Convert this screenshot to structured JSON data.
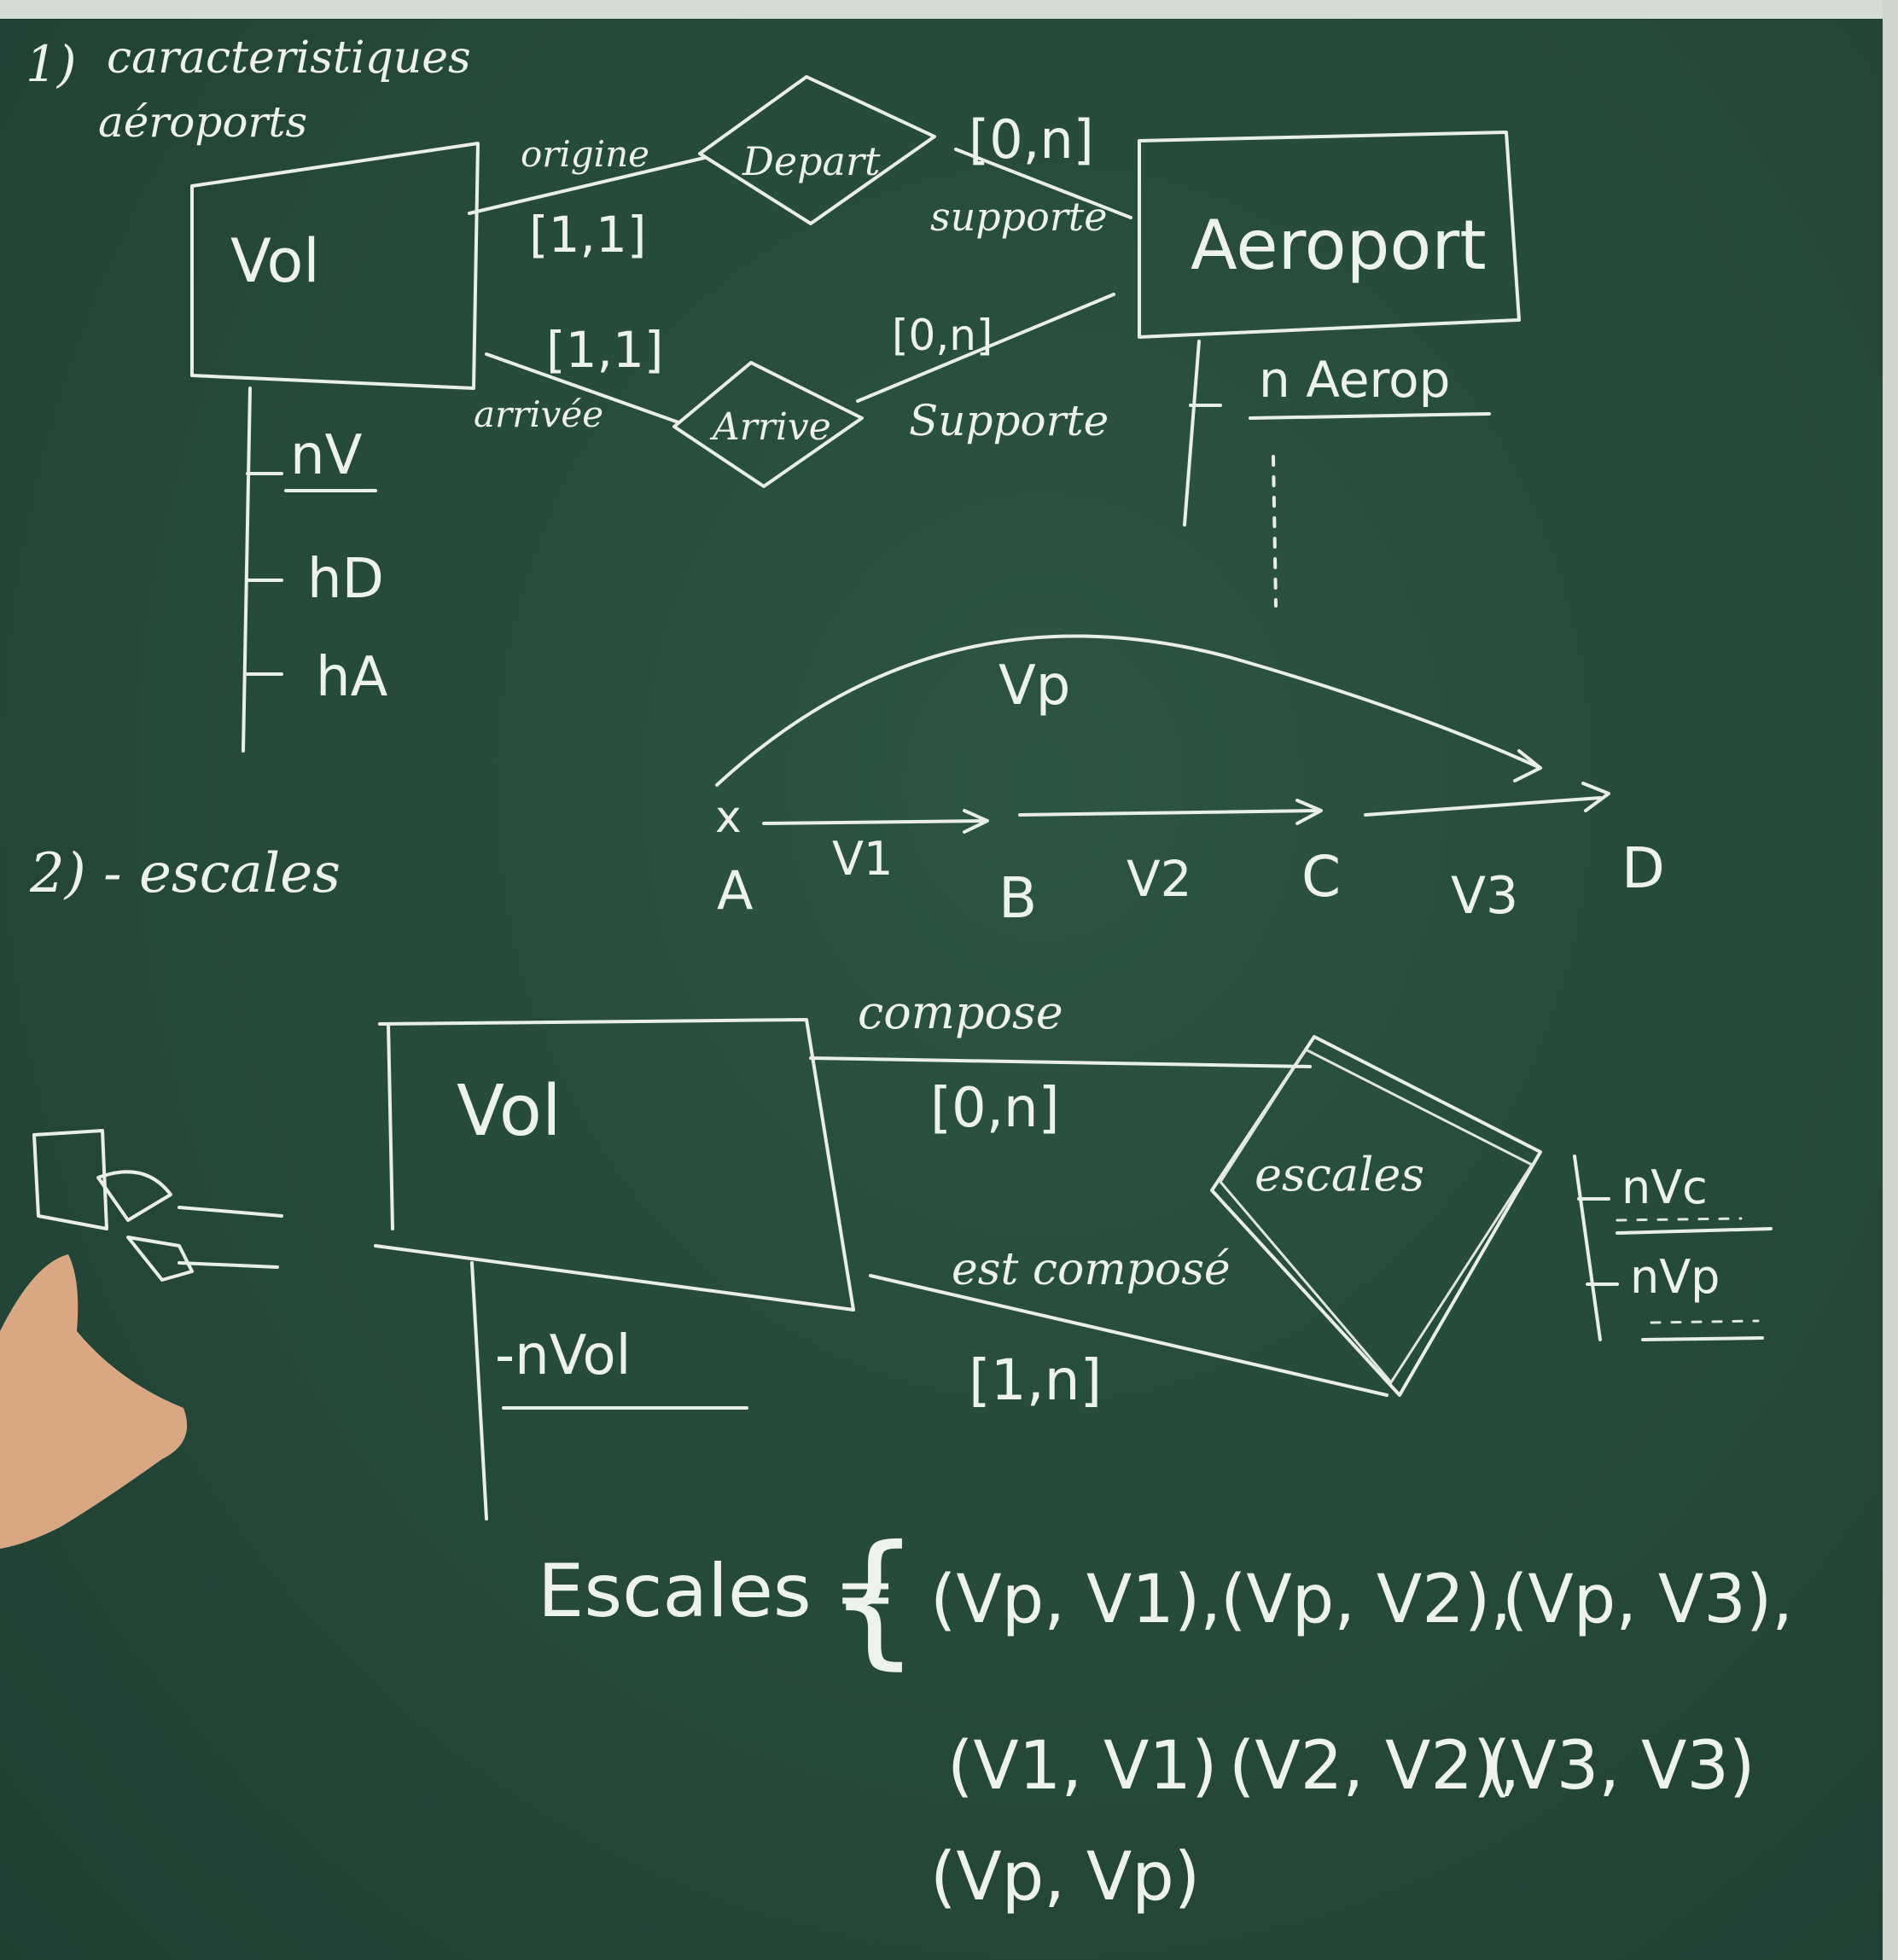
{
  "section1": {
    "label": "1)",
    "title_line1": "caracteristiques",
    "title_line2": "aéroports",
    "entity_vol": "Vol",
    "vol_attributes": [
      "nV",
      "hD",
      "hA"
    ],
    "rel_depart": "Depart",
    "role_origine": "origine",
    "card_vol_depart": "[1,1]",
    "card_depart_aeroport": "[0,n]",
    "role_support_depart": "supporte",
    "rel_arrivee": "Arrive",
    "card_vol_arrivee": "[1,1]",
    "role_arrivee": "arrivée",
    "card_arrivee_aeroport": "[0,n]",
    "role_support_arrivee": "Supporte",
    "entity_aeroport": "Aeroport",
    "aeroport_attributes": [
      "n Aerop"
    ],
    "path_vp": "Vp",
    "cross_mark": "x",
    "points": [
      "A",
      "B",
      "C",
      "D"
    ],
    "legs": [
      "V1",
      "V2",
      "V3"
    ]
  },
  "section2": {
    "label": "2) - escales",
    "entity_vol": "Vol",
    "vol_attributes": [
      "-nVol"
    ],
    "rel_escales": "escales",
    "role_compose": "compose",
    "card_compose": "[0,n]",
    "role_est_compose": "est composé",
    "card_est_compose": "[1,n]",
    "escales_attributes": [
      "nVc",
      "nVp"
    ],
    "set_lhs": "Escales =",
    "set_brace": "{",
    "pairs": [
      "(Vp, V1),",
      "(Vp, V2),",
      "(Vp, V3),",
      "(V1, V1)",
      "(V2, V2),",
      "(V3, V3)",
      "(Vp, Vp)"
    ]
  }
}
